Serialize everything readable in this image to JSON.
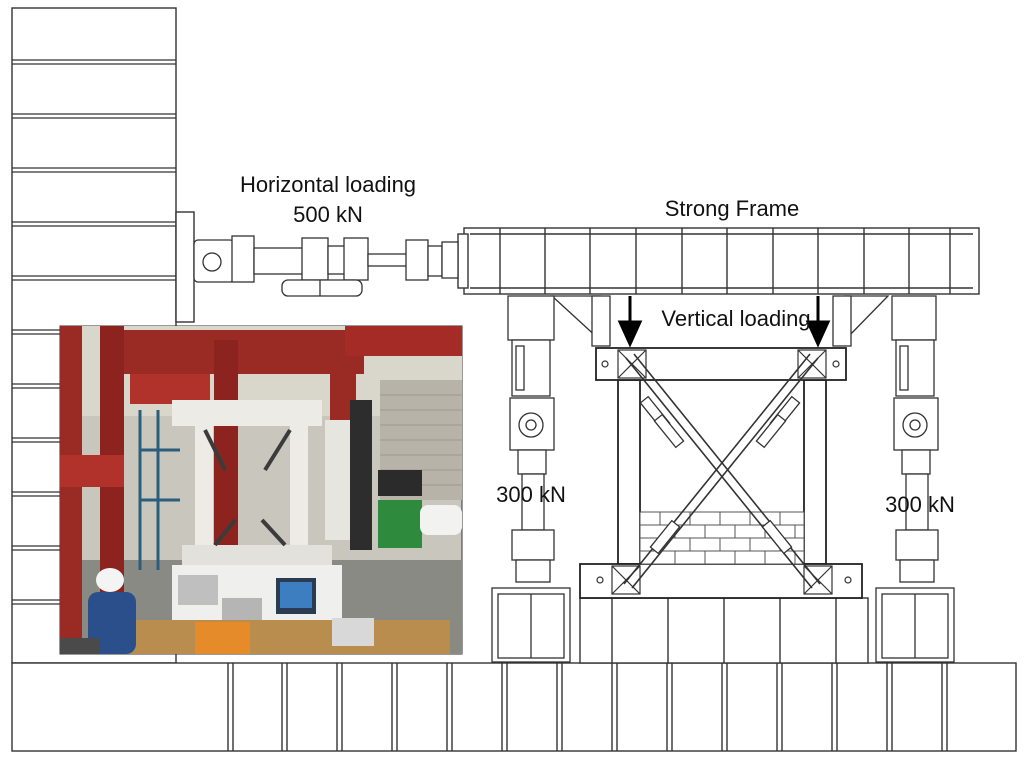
{
  "labels": {
    "horizontal_loading": "Horizontal loading",
    "horizontal_force": "500 kN",
    "strong_frame": "Strong Frame",
    "vertical_loading": "Vertical loading",
    "left_actuator_force": "300 kN",
    "right_actuator_force": "300 kN"
  },
  "colors": {
    "line": "#333333",
    "frame_fill": "#ffffff",
    "photo_red": "#9a2a24",
    "photo_floor": "#8a8a84",
    "photo_white": "#ececea"
  }
}
